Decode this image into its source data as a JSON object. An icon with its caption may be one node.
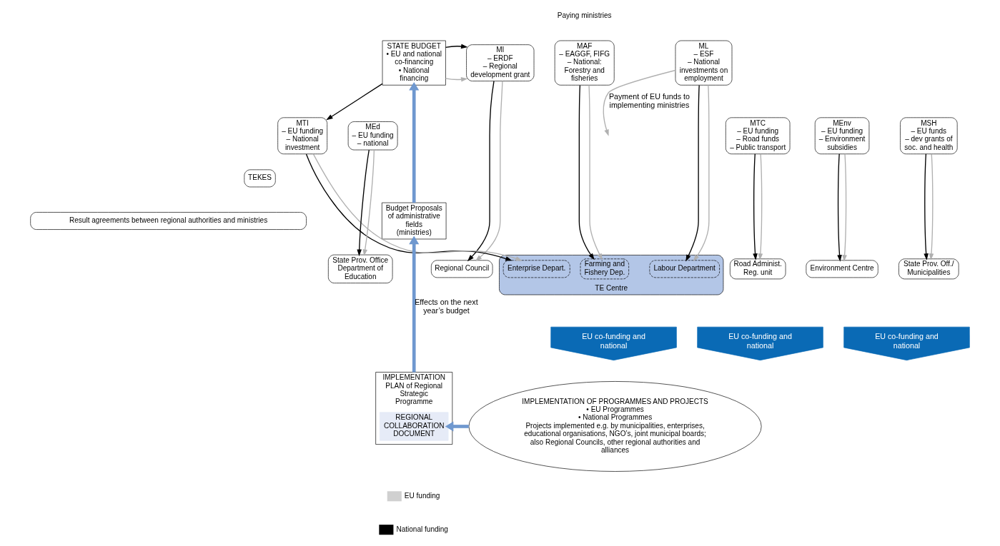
{
  "diagram": {
    "nodes": [
      {
        "text": [
          "STATE BUDGET",
          "• EU and national co-financing",
          "• National financing"
        ]
      },
      {
        "text": [
          "MI",
          "– ERDF",
          "– Regional development grant"
        ]
      },
      {
        "text": [
          "MAF",
          "– EAGGF, FIFG",
          "– National: Forestry and fisheries"
        ]
      },
      {
        "text": [
          "ML",
          "– ESF",
          "– National investments on employment"
        ]
      },
      {
        "text": [
          "MTI",
          "– EU funding",
          "– National investment"
        ]
      },
      {
        "text": [
          "MEd",
          "– EU funding",
          "– national"
        ]
      },
      {
        "text": [
          "MTC",
          "– EU funding",
          "– Road funds",
          "– Public transport"
        ]
      },
      {
        "text": [
          "MEnv",
          "– EU funding",
          "– Environment subsidies"
        ]
      },
      {
        "text": [
          "MSH",
          "– EU funds",
          "– dev grants of soc. and health"
        ]
      },
      {
        "text": [
          "TEKES"
        ]
      },
      {
        "text": [
          "Result agreements between regional authorities and ministries"
        ]
      },
      {
        "text": [
          "Regional Council"
        ]
      },
      {
        "text": [
          "TE Centre"
        ]
      },
      {
        "text": [
          "Farming and Fishery Dep."
        ],
        "in": 12
      },
      {
        "text": [
          "Labour Department"
        ],
        "in": 12
      },
      {
        "text": [
          "Enterprise Depart."
        ],
        "in": 12
      },
      {
        "text": [
          "State Prov. Office",
          "Department of Education"
        ]
      },
      {
        "text": [
          "Road Administ.",
          "Reg. unit"
        ]
      },
      {
        "text": [
          "Environment Centre"
        ]
      },
      {
        "text": [
          "State Prov. Off./ Municipalities"
        ]
      },
      {
        "text": [
          "EU co-funding and national"
        ]
      },
      {
        "text": [
          "EU co-funding and national"
        ]
      },
      {
        "text": [
          "EU co-funding and national"
        ]
      },
      {
        "text": [
          "IMPLEMENTATION OF PROGRAMMES AND PROJECTS",
          "• EU Programmes",
          "• National Programmes",
          "Projects implemented e.g. by municipalities, enterprises, educational organisations, NGO’s, joint municipal boards; also Regional Councils, other regional authorities and alliances"
        ]
      },
      {
        "text": [
          "IMPLEMENTATION PLAN of Regional Strategic Programme"
        ]
      },
      {
        "text": [
          "REGIONAL COLLABORATION DOCUMENT"
        ],
        "in": 24
      },
      {
        "text": [
          "Budget Proposals of administrative fields (ministries)"
        ]
      }
    ],
    "edges": [
      {
        "from": 0,
        "to": 1,
        "arrow": "to",
        "color": "#b0b0b0"
      },
      {
        "from": 0,
        "to": 1,
        "arrow": "to",
        "color": "#000000"
      },
      {
        "from": 0,
        "to": 4,
        "arrow": "to",
        "color": "#000000"
      },
      {
        "from": 3,
        "to": null,
        "arrow": "to",
        "label": "Payment of EU funds to implementing ministries",
        "color": "#b0b0b0"
      },
      {
        "from": 1,
        "to": 11,
        "arrow": "to",
        "color": "#000000"
      },
      {
        "from": 1,
        "to": 11,
        "arrow": "to",
        "color": "#b0b0b0"
      },
      {
        "from": 2,
        "to": 13,
        "arrow": "to",
        "color": "#000000"
      },
      {
        "from": 2,
        "to": 13,
        "arrow": "to",
        "color": "#b0b0b0"
      },
      {
        "from": 3,
        "to": 14,
        "arrow": "to",
        "color": "#000000"
      },
      {
        "from": 3,
        "to": 14,
        "arrow": "to",
        "color": "#b0b0b0"
      },
      {
        "from": 4,
        "to": 15,
        "arrow": "to",
        "color": "#000000"
      },
      {
        "from": 4,
        "to": 15,
        "arrow": "to",
        "color": "#b0b0b0"
      },
      {
        "from": 5,
        "to": 16,
        "arrow": "to",
        "color": "#000000"
      },
      {
        "from": 5,
        "to": 16,
        "arrow": "to",
        "color": "#b0b0b0"
      },
      {
        "from": 6,
        "to": 17,
        "arrow": "to",
        "color": "#000000"
      },
      {
        "from": 6,
        "to": 17,
        "arrow": "to",
        "color": "#b0b0b0"
      },
      {
        "from": 7,
        "to": 18,
        "arrow": "to",
        "color": "#000000"
      },
      {
        "from": 7,
        "to": 18,
        "arrow": "to",
        "color": "#b0b0b0"
      },
      {
        "from": 8,
        "to": 19,
        "arrow": "to",
        "color": "#000000"
      },
      {
        "from": 8,
        "to": 19,
        "arrow": "to",
        "color": "#b0b0b0"
      },
      {
        "from": 26,
        "to": 0,
        "arrow": "to",
        "style": "thick",
        "color": "#6f98cf"
      },
      {
        "from": 24,
        "to": 26,
        "arrow": "to",
        "label": "Effects on the next year’s budget",
        "style": "thick",
        "color": "#6f98cf"
      },
      {
        "from": 23,
        "to": 25,
        "arrow": "to",
        "style": "thick",
        "color": "#6f98cf"
      }
    ],
    "labels": [
      "Paying ministries"
    ],
    "legend": [
      {
        "text": "EU funding"
      },
      {
        "text": "National funding"
      }
    ]
  }
}
